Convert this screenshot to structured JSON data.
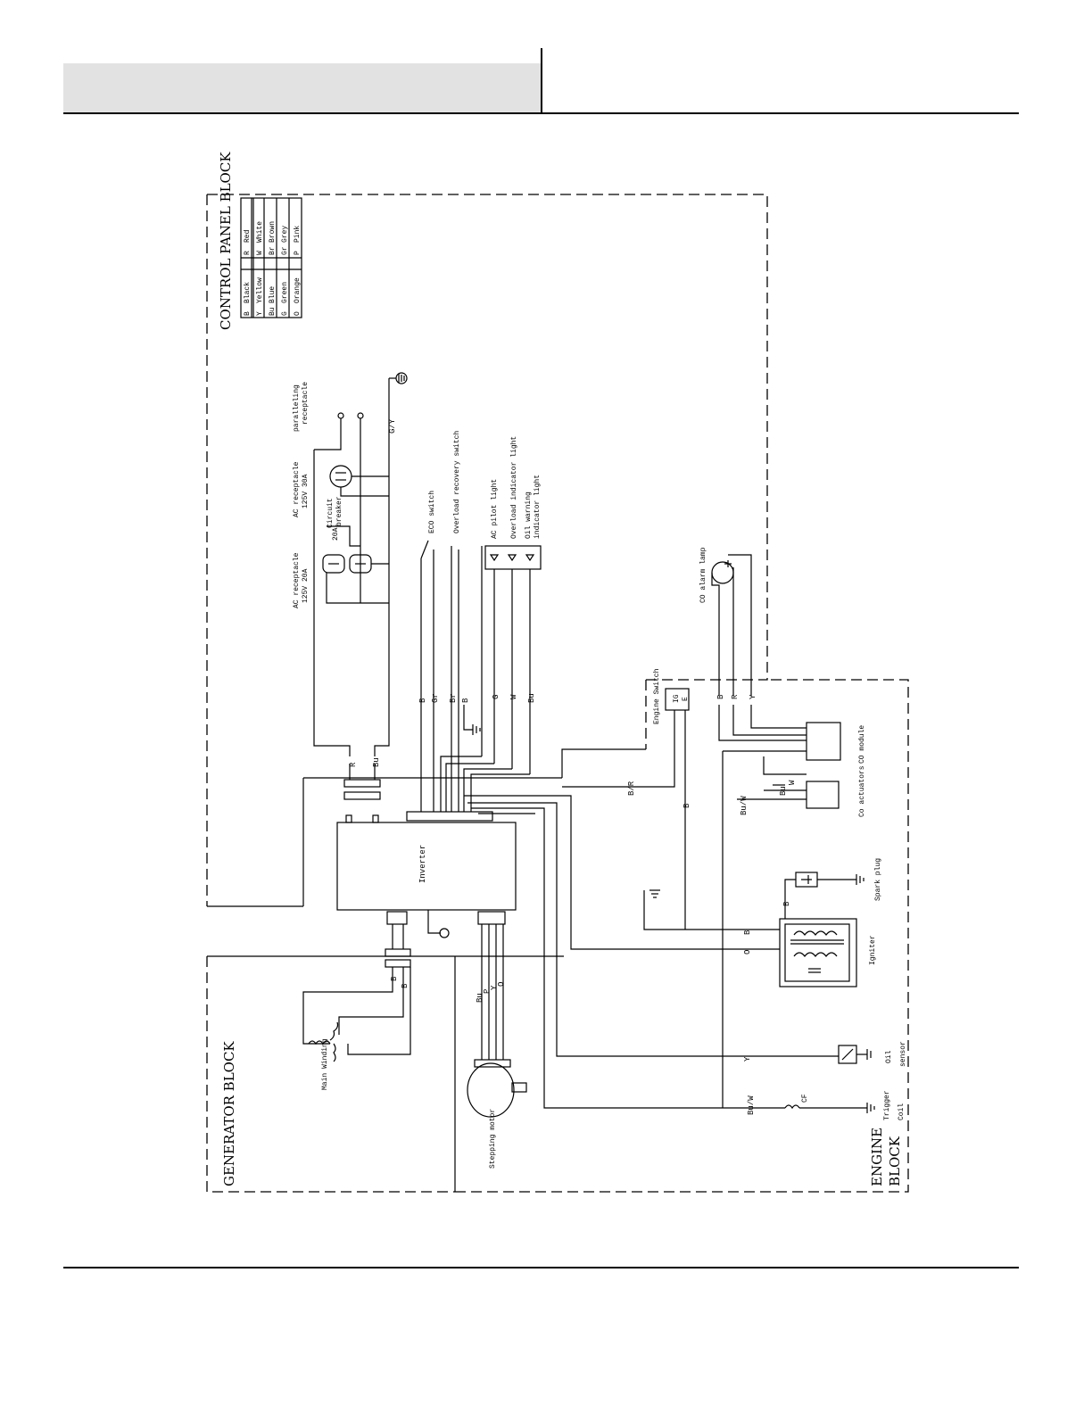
{
  "blocks": {
    "control_panel": "CONTROL PANEL BLOCK",
    "generator": "GENERATOR BLOCK",
    "engine_line1": "ENGINE",
    "engine_line2": "BLOCK"
  },
  "color_legend": [
    {
      "code": "B",
      "name": "Black",
      "code2": "R",
      "name2": "Red"
    },
    {
      "code": "Y",
      "name": "Yellow",
      "code2": "W",
      "name2": "White"
    },
    {
      "code": "Bu",
      "name": "Blue",
      "code2": "Br",
      "name2": "Brown"
    },
    {
      "code": "G",
      "name": "Green",
      "code2": "Gr",
      "name2": "Grey"
    },
    {
      "code": "O",
      "name": "Orange",
      "code2": "P",
      "name2": "Pink"
    }
  ],
  "components": {
    "ac_receptacle_20": [
      "AC receptacle",
      "125V 20A"
    ],
    "ac_receptacle_30": [
      "AC receptacle",
      "125V 30A"
    ],
    "circuit_breaker": [
      "Circuit",
      "breaker"
    ],
    "breaker_rating": "20A",
    "paralleling": [
      "paralleling",
      "receptacle"
    ],
    "eco_switch": "ECO switch",
    "overload_recovery": "Overload recovery switch",
    "ac_pilot": "AC pilot light",
    "overload_indicator": "Overload indicator light",
    "oil_warning": [
      "Oil warning",
      "indicator light"
    ],
    "co_alarm": "CO alarm lamp",
    "engine_switch": "Engine Switch",
    "ig": "IG",
    "e": "E",
    "co_module": "CO module",
    "co_actuators": "Co actuators",
    "inverter": "Inverter",
    "spark_plug": "Spark plug",
    "igniter": "Igniter",
    "oil_sensor": [
      "Oil",
      "sensor"
    ],
    "trigger_coil": [
      "Trigger",
      "Coil"
    ],
    "cf": "CF",
    "main_winding": "Main Winding",
    "stepping_motor": "Stepping motor"
  },
  "wire_labels": {
    "gy": "G/Y",
    "r": "R",
    "bu": "Bu",
    "b1": "B",
    "gr": "Gr",
    "br": "Br",
    "b2": "B",
    "g": "G",
    "w": "W",
    "bu2": "Bu",
    "eb": "B",
    "er": "R",
    "ey": "Y",
    "bu3": "Bu",
    "w2": "W",
    "buw": "Bu/W",
    "br2": "B/R",
    "b3": "B",
    "b4": "B",
    "b5": "B",
    "o": "O",
    "y": "Y",
    "buw2": "Bu/W",
    "gb1": "B",
    "gb2": "B",
    "sbu": "Bu",
    "sp": "P",
    "sy": "Y",
    "so": "O"
  }
}
